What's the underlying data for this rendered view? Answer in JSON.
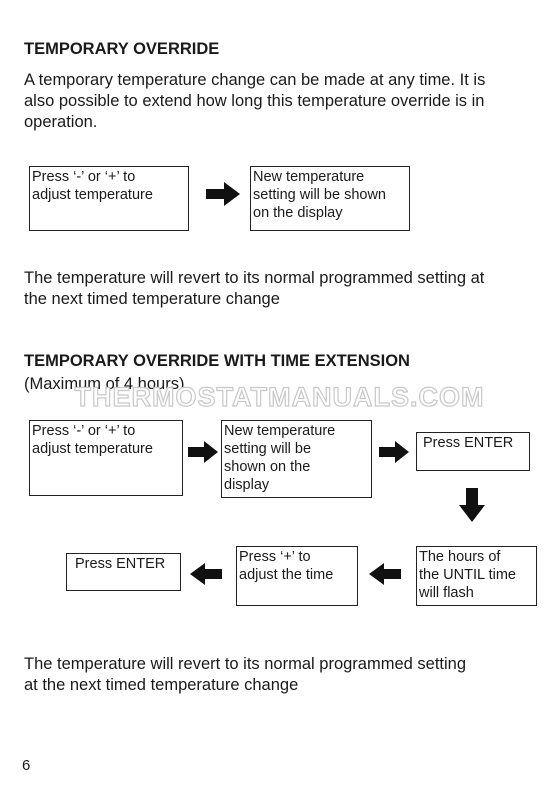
{
  "section1": {
    "heading": "TEMPORARY OVERRIDE",
    "intro_line1": "A temporary temperature change can be made at any time. It is",
    "intro_line2": "also possible to extend how long this temperature override is in",
    "intro_line3": "operation.",
    "flow": {
      "box1": "Press ‘-’ or ‘+’  to\nadjust temperature",
      "box2": "New temperature\nsetting will be shown\non the display"
    },
    "outro_line1": "The temperature will revert to its normal programmed setting at",
    "outro_line2": "the next timed temperature change"
  },
  "section2": {
    "heading": "TEMPORARY OVERRIDE WITH TIME EXTENSION",
    "subheading": "(Maximum of 4 hours)",
    "flow": {
      "box1": "Press ‘-’ or ‘+’  to\nadjust temperature",
      "box2": "New temperature\nsetting will be\nshown on the\ndisplay",
      "box3": "Press ENTER",
      "box4": "The hours of\nthe UNTIL time\nwill flash",
      "box5": "Press ‘+’  to\nadjust the time",
      "box6": "Press ENTER"
    },
    "outro_line1": "The temperature will revert to its normal programmed setting",
    "outro_line2": "at the next timed temperature change"
  },
  "watermark": "THERMOSTATMANUALS.COM",
  "page_number": "6"
}
